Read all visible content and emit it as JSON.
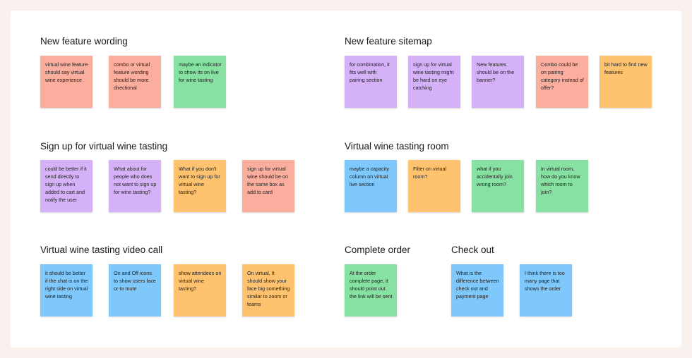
{
  "colors": {
    "red": "#fcae9e",
    "violet": "#d5b1f8",
    "green": "#86e1a2",
    "orange": "#ffc36f",
    "blue": "#7ec8fb",
    "board": "#ffffff",
    "background": "#f8f1ee"
  },
  "groups": {
    "new_feature_wording": {
      "title": "New feature wording",
      "notes": [
        {
          "color": "red",
          "text": "virtual wine feature should say virtual wine experience"
        },
        {
          "color": "red",
          "text": "combo or virtual feature wording should be more directional"
        },
        {
          "color": "green",
          "text": "maybe an indicator to show its on live for wine tasting"
        }
      ]
    },
    "new_feature_sitemap": {
      "title": "New feature sitemap",
      "notes": [
        {
          "color": "violet",
          "text": "for combination, it fits well with pairing section"
        },
        {
          "color": "violet",
          "text": "sign up for virtual wine tasting might be hard on eye catching"
        },
        {
          "color": "violet",
          "text": "New features should be on the banner?"
        },
        {
          "color": "red",
          "text": "Combo could be on pairing category instead of offer?"
        },
        {
          "color": "orange",
          "text": "bit hard to find new features"
        }
      ]
    },
    "sign_up": {
      "title": "Sign up for virtual wine tasting",
      "notes": [
        {
          "color": "violet",
          "text": "could be better if it send directly to sign up when added to cart and notify the user"
        },
        {
          "color": "violet",
          "text": "What about for people who does not want to sign up for wine tasting?"
        },
        {
          "color": "orange",
          "text": "What if you don't want to sign up for virtual wine tasting?"
        },
        {
          "color": "red",
          "text": "sign up for virtual wine should be on the same box as add to card"
        }
      ]
    },
    "tasting_room": {
      "title": "Virtual wine tasting room",
      "notes": [
        {
          "color": "blue",
          "text": "maybe a capacity column on virtual live section"
        },
        {
          "color": "orange",
          "text": "Filter on virtual room?"
        },
        {
          "color": "green",
          "text": "what if you accidentally join wrong room?"
        },
        {
          "color": "green",
          "text": "in virtual room, how do you know which room to join?"
        }
      ]
    },
    "video_call": {
      "title": "Virtual wine tasting video call",
      "notes": [
        {
          "color": "blue",
          "text": "it should be better if the chat is on the right side on virtual wine tasting"
        },
        {
          "color": "blue",
          "text": "On and Off icons to show users face or to mute"
        },
        {
          "color": "orange",
          "text": "show attendees on virtual wine tasting?"
        },
        {
          "color": "orange",
          "text": "On virtual, It should show your face big something similar to zoom or teams"
        }
      ]
    },
    "complete_order": {
      "title": "Complete order",
      "notes": [
        {
          "color": "green",
          "text": "At the order complete page, it should point out the link will be sent"
        }
      ]
    },
    "check_out": {
      "title": "Check out",
      "notes": [
        {
          "color": "blue",
          "text": "What is the difference between check out and payment page"
        },
        {
          "color": "blue",
          "text": "I think there is too many page that shows the order"
        }
      ]
    }
  }
}
